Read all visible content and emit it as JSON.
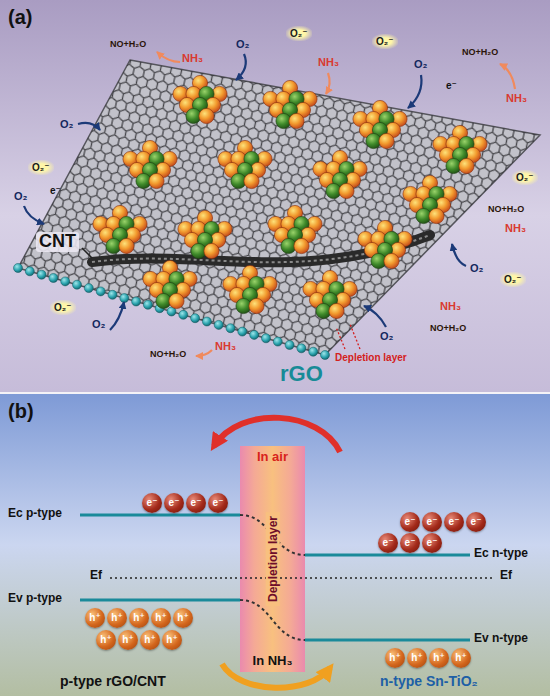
{
  "diagram": {
    "nodes": [
      {
        "text": [
          "e⁻"
        ]
      },
      {
        "text": [
          "e⁻"
        ]
      },
      {
        "text": [
          "e⁻"
        ]
      },
      {
        "text": [
          "e⁻"
        ]
      },
      {
        "text": [
          "In air",
          "Depletion layer",
          "In NH₃"
        ]
      },
      {
        "text": [
          "e⁻"
        ]
      },
      {
        "text": [
          "e⁻"
        ]
      },
      {
        "text": [
          "e⁻"
        ]
      },
      {
        "text": [
          "e⁻"
        ]
      },
      {
        "text": [
          "e⁻"
        ]
      },
      {
        "text": [
          "e⁻"
        ]
      },
      {
        "text": [
          "e⁻"
        ]
      },
      {
        "text": [
          "h⁺"
        ]
      },
      {
        "text": [
          "h⁺"
        ]
      },
      {
        "text": [
          "h⁺"
        ]
      },
      {
        "text": [
          "h⁺"
        ]
      },
      {
        "text": [
          "h⁺"
        ]
      },
      {
        "text": [
          "h⁺"
        ]
      },
      {
        "text": [
          "h⁺"
        ]
      },
      {
        "text": [
          "h⁺"
        ]
      },
      {
        "text": [
          "h⁺"
        ]
      },
      {
        "text": [
          "h⁺"
        ]
      },
      {
        "text": [
          "h⁺"
        ]
      },
      {
        "text": [
          "h⁺"
        ]
      },
      {
        "text": [
          "h⁺"
        ]
      }
    ],
    "labels": [
      "(a)",
      "NO+H₂O",
      "NH₃",
      "O₂",
      "O₂⁻",
      "NH₃",
      "O₂⁻",
      "O₂",
      "e⁻",
      "NO+H₂O",
      "NH₃",
      "O₂⁻",
      "NO+H₂O",
      "NH₃",
      "O₂",
      "O₂⁻",
      "NH₃",
      "NO+H₂O",
      "O₂",
      "Depletion layer",
      "rGO",
      "NH₃",
      "NO+H₂O",
      "O₂",
      "O₂⁻",
      "CNT",
      "O₂",
      "O₂⁻",
      "e⁻",
      "O₂",
      "(b)",
      "Ec p-type",
      "Ef",
      "Ef",
      "Ev p-type",
      "Ec n-type",
      "Ev n-type",
      "p-type rGO/CNT",
      "n-type Sn-TiO₂"
    ]
  }
}
